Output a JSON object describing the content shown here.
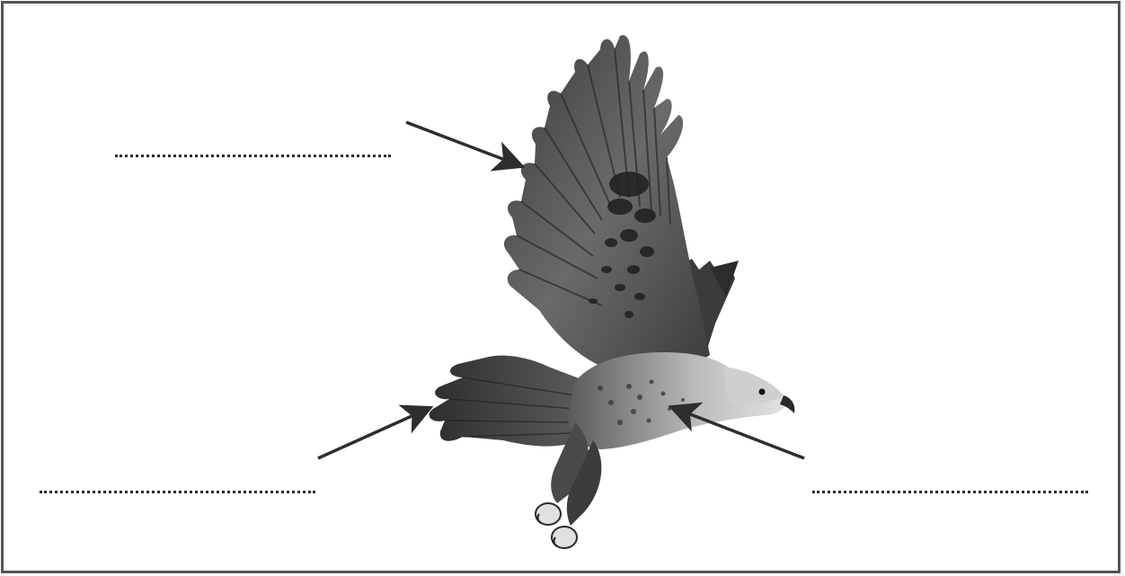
{
  "worksheet": {
    "labels": [
      {
        "id": "wing",
        "answer": ""
      },
      {
        "id": "tail",
        "answer": ""
      },
      {
        "id": "body",
        "answer": ""
      }
    ],
    "colors": {
      "frame": "#555555",
      "arrow": "#2e2e2e",
      "dots": "#2e2e2e",
      "bird_dark": "#2b2b2b",
      "bird_mid": "#6f6f6f",
      "bird_light": "#d8d8d8"
    },
    "image": {
      "subject": "eagle-in-flight",
      "style": "grayscale-photo"
    }
  }
}
